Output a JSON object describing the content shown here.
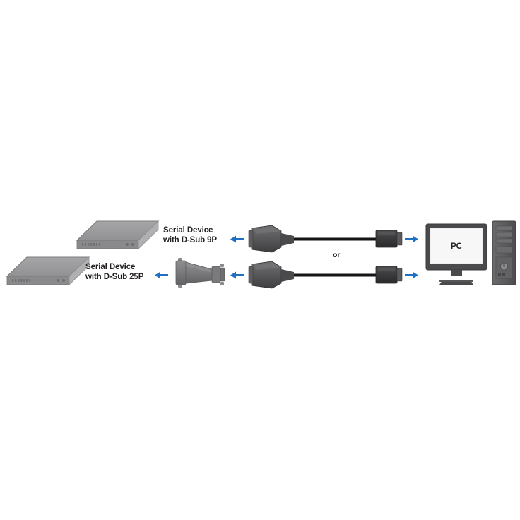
{
  "diagram": {
    "title": "Serial to USB connection diagram",
    "background_color": "#ffffff",
    "labels": {
      "serial_9p_line1": "Serial Device",
      "serial_9p_line2": "with D-Sub 9P",
      "serial_25p_line1": "Serial Device",
      "serial_25p_line2": "with D-Sub 25P",
      "or": "or",
      "pc": "PC"
    },
    "colors": {
      "text": "#231f20",
      "arrow_blue": "#1f6fc4",
      "device_top": "#9a9a9c",
      "device_face": "#8c8c8e",
      "device_side": "#b4b4b6",
      "connector_dark": "#4a4a4c",
      "connector_gray": "#6d6d6f",
      "adapter_gray": "#7b7b7d",
      "cable_black": "#1a1a1a",
      "monitor_bezel": "#4a4a4c",
      "monitor_screen": "#f7f7f7",
      "tower_body": "#58585a"
    },
    "nodes": [
      {
        "id": "serial-device-9p",
        "kind": "serial-device",
        "label": "Serial Device with D-Sub 9P"
      },
      {
        "id": "serial-device-25p",
        "kind": "serial-device",
        "label": "Serial Device with D-Sub 25P"
      },
      {
        "id": "dsub-25p-to-9p-adapter",
        "kind": "adapter",
        "label": "D-Sub 25P to 9P adapter"
      },
      {
        "id": "cable-top",
        "kind": "serial-to-usb-cable",
        "label": "Serial to USB cable"
      },
      {
        "id": "cable-bottom",
        "kind": "serial-to-usb-cable",
        "label": "Serial to USB cable"
      },
      {
        "id": "pc-monitor",
        "kind": "monitor",
        "label": "PC"
      },
      {
        "id": "pc-tower",
        "kind": "tower",
        "label": "PC tower"
      }
    ],
    "arrows": [
      {
        "id": "arrow-to-device-9p",
        "direction": "left"
      },
      {
        "id": "arrow-to-adapter",
        "direction": "left"
      },
      {
        "id": "arrow-to-device-25p",
        "direction": "left"
      },
      {
        "id": "arrow-to-pc-top",
        "direction": "right"
      },
      {
        "id": "arrow-to-pc-bottom",
        "direction": "right"
      }
    ]
  }
}
